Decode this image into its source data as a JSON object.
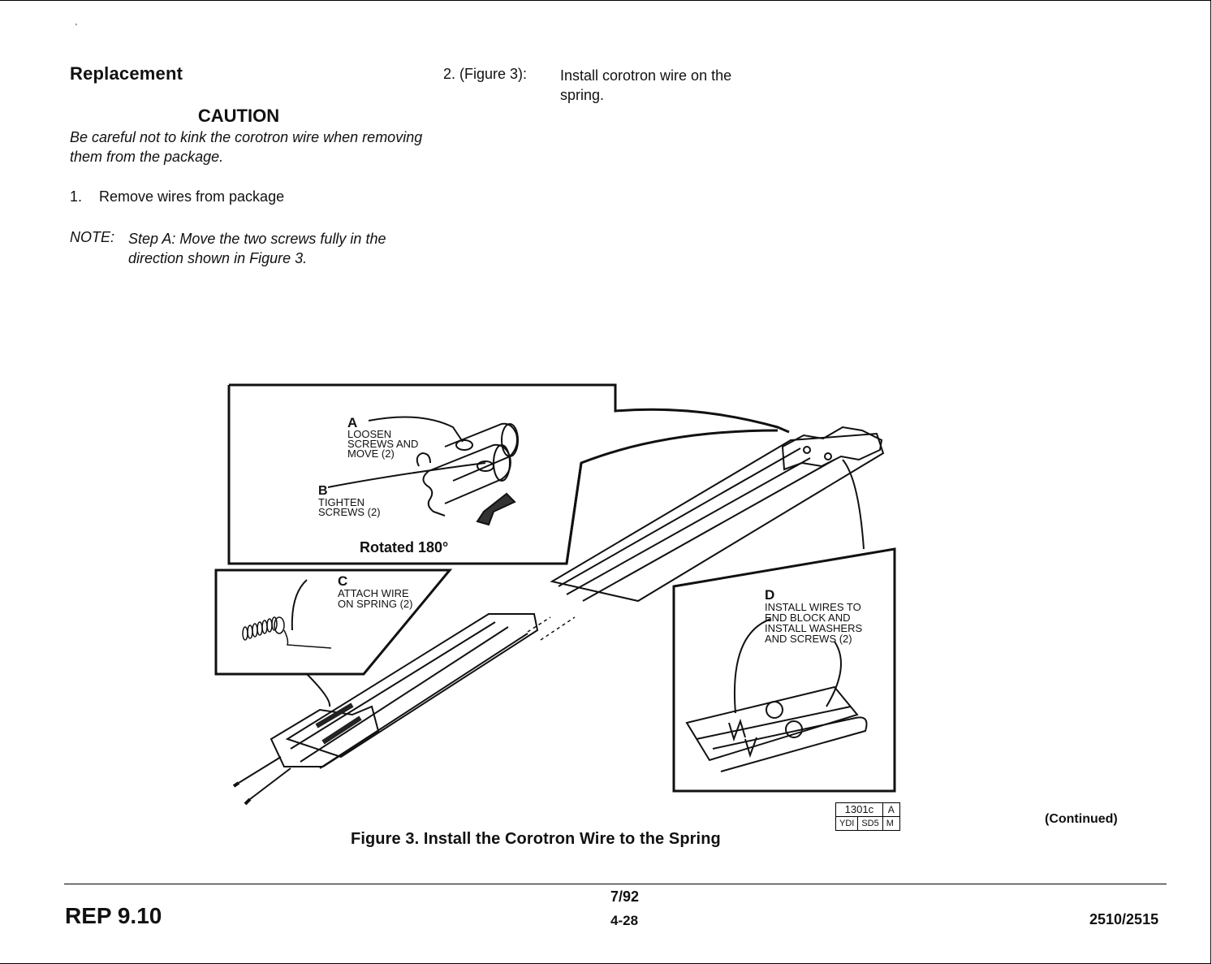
{
  "section": {
    "title": "Replacement",
    "caution_heading": "CAUTION",
    "caution_text": "Be careful not to kink the corotron wire when removing them from the package.",
    "step1_number": "1.",
    "step1_text": "Remove wires from package",
    "note_label": "NOTE:",
    "note_text": "Step A: Move the two screws fully in the direction shown in Figure 3.",
    "step2_number": "2. (Figure 3):",
    "step2_text": "Install corotron wire on the spring."
  },
  "figure": {
    "callout_a_letter": "A",
    "callout_a_line1": "LOOSEN",
    "callout_a_line2": "SCREWS AND",
    "callout_a_line3": "MOVE (2)",
    "callout_b_letter": "B",
    "callout_b_line1": "TIGHTEN",
    "callout_b_line2": "SCREWS (2)",
    "inset_label": "Rotated 180°",
    "callout_c_letter": "C",
    "callout_c_line1": "ATTACH WIRE",
    "callout_c_line2": "ON SPRING (2)",
    "callout_d_letter": "D",
    "callout_d_line1": "INSTALL WIRES TO",
    "callout_d_line2": "END BLOCK AND",
    "callout_d_line3": "INSTALL WASHERS",
    "callout_d_line4": "AND SCREWS (2)",
    "caption": "Figure 3. Install the Corotron Wire to the Spring"
  },
  "figure_code": {
    "id": "1301c",
    "rev": "A",
    "c1": "YDI",
    "c2": "SD5",
    "c3": "M"
  },
  "continued": "(Continued)",
  "footer": {
    "section": "REP 9.10",
    "date": "7/92",
    "page": "4-28",
    "model": "2510/2515"
  }
}
